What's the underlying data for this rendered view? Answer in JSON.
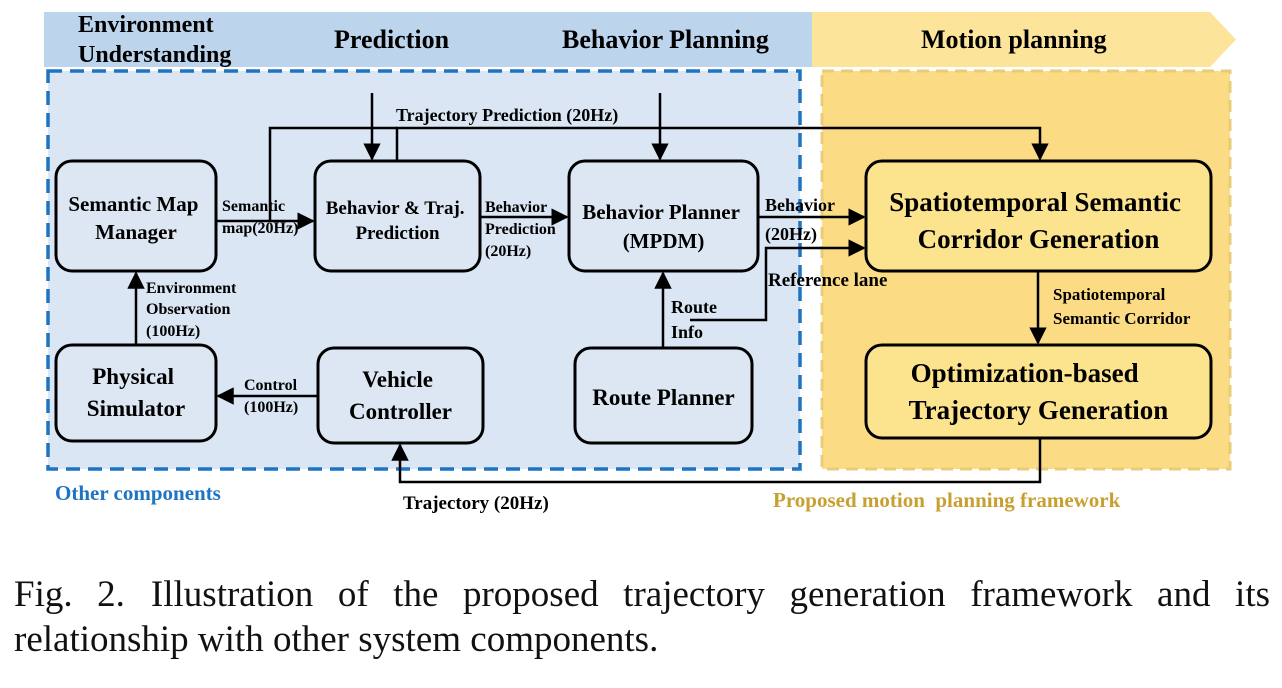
{
  "header_bands": [
    {
      "id": "env",
      "lines": [
        "Environment",
        "Understanding"
      ]
    },
    {
      "id": "pred",
      "lines": [
        "Prediction"
      ]
    },
    {
      "id": "behav",
      "lines": [
        "Behavior Planning"
      ]
    },
    {
      "id": "motion",
      "lines": [
        "Motion planning"
      ]
    }
  ],
  "regions": {
    "other": {
      "label": "Other components"
    },
    "proposed": {
      "label": "Proposed motion  planning framework"
    }
  },
  "boxes": {
    "semantic_map": {
      "lines": [
        "Semantic Map",
        "Manager"
      ]
    },
    "behavior_traj": {
      "lines": [
        "Behavior & Traj.",
        "Prediction"
      ]
    },
    "behavior_planner": {
      "lines": [
        "Behavior Planner",
        "(MPDM)"
      ]
    },
    "ssc": {
      "lines": [
        "Spatiotemporal Semantic",
        "Corridor Generation"
      ]
    },
    "physical_sim": {
      "lines": [
        "Physical",
        "Simulator"
      ]
    },
    "vehicle_ctrl": {
      "lines": [
        "Vehicle",
        "Controller"
      ]
    },
    "route_planner": {
      "lines": [
        "Route Planner"
      ]
    },
    "opt_traj": {
      "lines": [
        "Optimization-based",
        "Trajectory Generation"
      ]
    }
  },
  "edge_labels": {
    "traj_prediction": [
      "Trajectory Prediction (20Hz)"
    ],
    "semantic_map": [
      "Semantic",
      "map(20Hz)"
    ],
    "behavior_prediction": [
      "Behavior",
      "Prediction",
      "(20Hz)"
    ],
    "behavior": [
      "Behavior",
      "(20Hz)"
    ],
    "reference_lane": [
      "Reference lane"
    ],
    "env_observation": [
      "Environment",
      "Observation",
      "(100Hz)"
    ],
    "route_info": [
      "Route",
      "Info"
    ],
    "control": [
      "Control",
      "(100Hz)"
    ],
    "ssc_output": [
      "Spatiotemporal",
      "Semantic Corridor"
    ],
    "trajectory": [
      "Trajectory (20Hz)"
    ]
  },
  "colors": {
    "header_blue": "#bcd4ec",
    "header_yellow": "#fce49a",
    "region_blue": "#dae6f4",
    "region_blue_border": "#1f74c2",
    "region_yellow": "#fbdc85",
    "region_yellow_border": "#e8cc7a",
    "box_blue_fill": "#dce7f3",
    "box_yellow_fill": "#fce38e",
    "label_blue": "#1f74c2",
    "label_gold": "#c8a030"
  },
  "caption": {
    "label": "Fig. 2.",
    "text": "Illustration of the proposed trajectory generation framework and its relationship with other system components."
  }
}
